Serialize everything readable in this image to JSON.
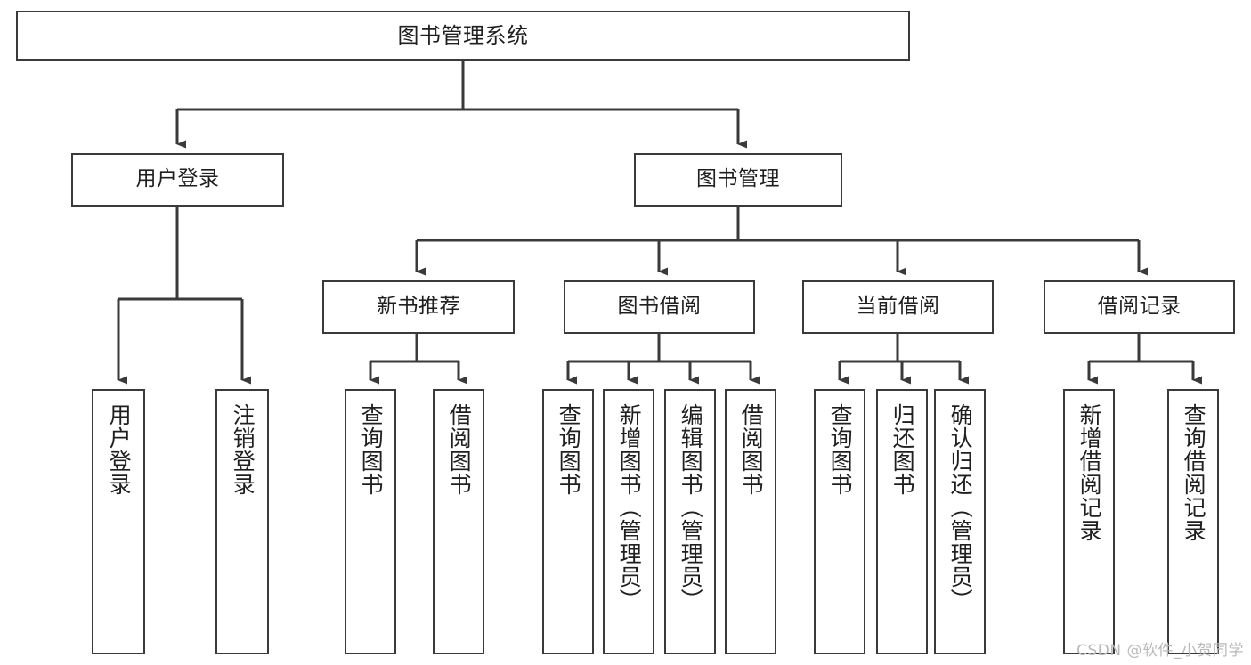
{
  "diagram": {
    "title": "图书管理系统",
    "type": "hierarchy-tree",
    "watermark": "CSDN @软件_小贺同学",
    "colors": {
      "stroke": "#3a3a3a",
      "text": "#1f1f1f",
      "background": "#ffffff",
      "watermark": "#b9b9b9"
    },
    "nodes": {
      "root": {
        "label": "图书管理系统"
      },
      "level1": [
        {
          "id": "user-login",
          "label": "用户登录"
        },
        {
          "id": "book-manage",
          "label": "图书管理"
        }
      ],
      "level2": [
        {
          "id": "new-book-recommend",
          "label": "新书推荐"
        },
        {
          "id": "book-borrow",
          "label": "图书借阅"
        },
        {
          "id": "current-borrow",
          "label": "当前借阅"
        },
        {
          "id": "borrow-record",
          "label": "借阅记录"
        }
      ],
      "leaves": {
        "user_login": [
          {
            "id": "leaf-user-login",
            "label": "用户登录"
          },
          {
            "id": "leaf-logout",
            "label": "注销登录"
          }
        ],
        "new_book_recommend": [
          {
            "id": "leaf-query-book-1",
            "label": "查询图书"
          },
          {
            "id": "leaf-borrow-book-1",
            "label": "借阅图书"
          }
        ],
        "book_borrow": [
          {
            "id": "leaf-query-book-2",
            "label": "查询图书"
          },
          {
            "id": "leaf-add-book",
            "label": "新增图书（管理员）"
          },
          {
            "id": "leaf-edit-book",
            "label": "编辑图书（管理员）"
          },
          {
            "id": "leaf-borrow-book-2",
            "label": "借阅图书"
          }
        ],
        "current_borrow": [
          {
            "id": "leaf-query-book-3",
            "label": "查询图书"
          },
          {
            "id": "leaf-return-book",
            "label": "归还图书"
          },
          {
            "id": "leaf-confirm-return",
            "label": "确认归还（管理员）"
          }
        ],
        "borrow_record": [
          {
            "id": "leaf-add-record",
            "label": "新增借阅记录"
          },
          {
            "id": "leaf-query-record",
            "label": "查询借阅记录"
          }
        ]
      }
    }
  }
}
